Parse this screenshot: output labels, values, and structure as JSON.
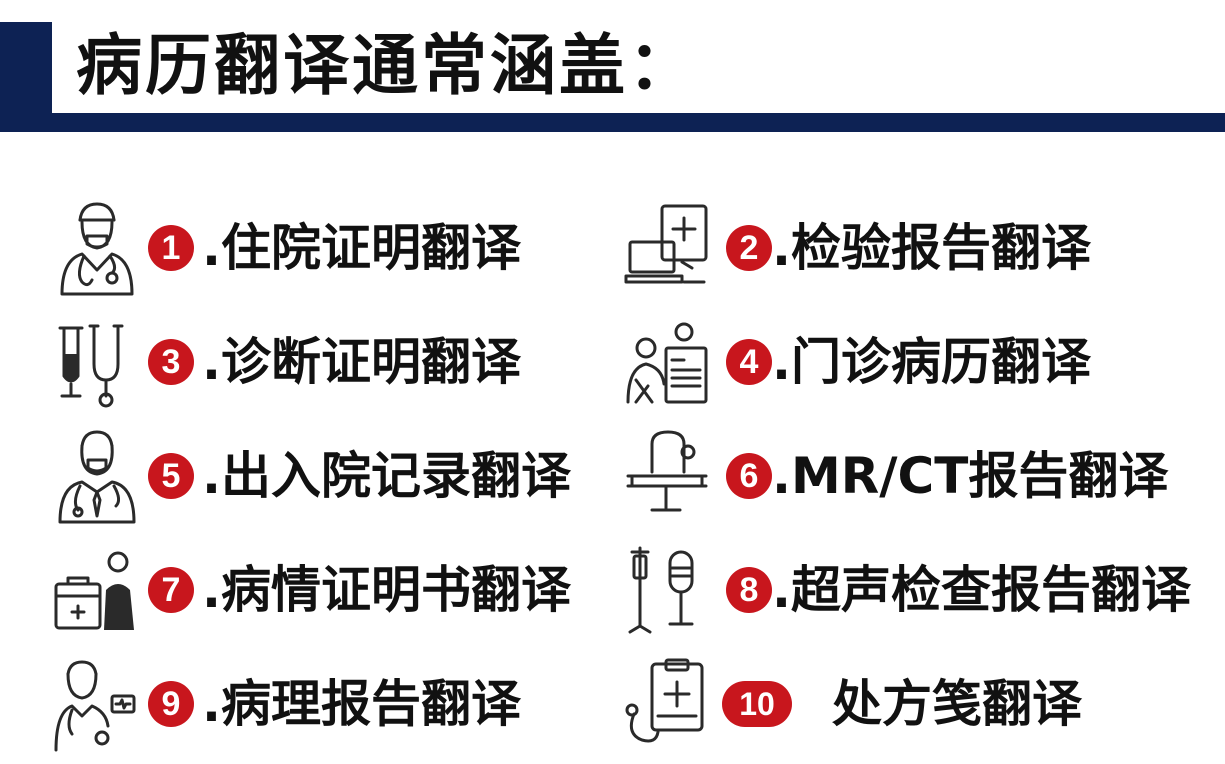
{
  "header": {
    "title": "病历翻译通常涵盖："
  },
  "items": [
    {
      "number": "1",
      "label": ".住院证明翻译",
      "icon": "doctor-icon"
    },
    {
      "number": "2",
      "label": ".检验报告翻译",
      "icon": "computer-medical-report-icon"
    },
    {
      "number": "3",
      "label": ".诊断证明翻译",
      "icon": "test-tube-stethoscope-icon"
    },
    {
      "number": "4",
      "label": ".门诊病历翻译",
      "icon": "consultation-chart-icon"
    },
    {
      "number": "5",
      "label": ".出入院记录翻译",
      "icon": "doctor-tie-icon"
    },
    {
      "number": "6",
      "label": ".MR/CT报告翻译",
      "icon": "mri-scanner-icon"
    },
    {
      "number": "7",
      "label": ".病情证明书翻译",
      "icon": "medical-kit-person-icon"
    },
    {
      "number": "8",
      "label": ".超声检查报告翻译",
      "icon": "iv-stand-ultrasound-icon"
    },
    {
      "number": "9",
      "label": ".病理报告翻译",
      "icon": "doctor-monitor-icon"
    },
    {
      "number": "10",
      "label": "处方笺翻译",
      "icon": "clipboard-stethoscope-icon"
    }
  ],
  "colors": {
    "brand_navy": "#0d2254",
    "badge_red": "#c8161d",
    "text": "#111111"
  }
}
